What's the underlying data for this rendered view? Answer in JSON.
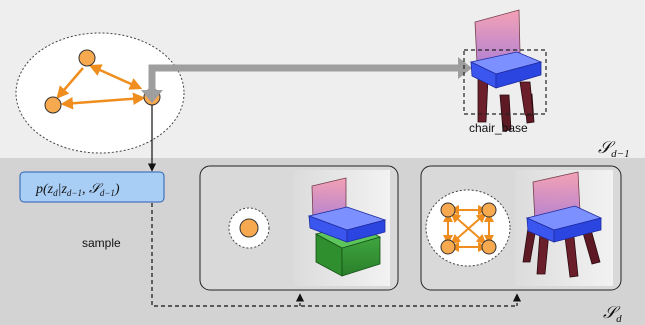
{
  "labels": {
    "chair_base": "chair_base",
    "sample": "sample",
    "formula": "p(z_d | z_{d−1}, S_{d−1})",
    "s_prev": "S_{d−1}",
    "s_curr": "S_d"
  },
  "colors": {
    "node_fill": "#f7a94f",
    "edge": "#ef8e1e",
    "formula_box": "#a9cef6",
    "seat_blue": "#4d6fff",
    "back_pink": "#f08aa3",
    "base_green": "#4cbb4c",
    "legs_dark": "#6b1f2a",
    "band_top": "#efefef",
    "band_bottom": "#d4d4d4"
  }
}
